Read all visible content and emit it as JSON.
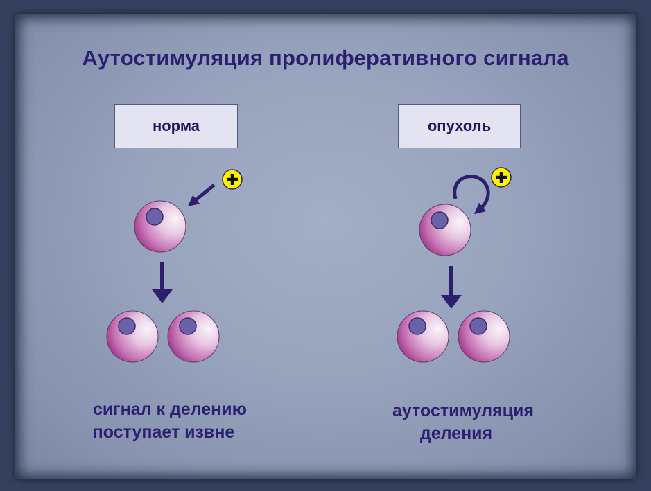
{
  "slide": {
    "title": "Аутостимуляция пролиферативного сигнала",
    "left_panel": {
      "label": "норма",
      "caption_line1": "сигнал к делению",
      "caption_line2": "поступает извне"
    },
    "right_panel": {
      "label": "опухоль",
      "caption_line1": "аутостимуляция",
      "caption_line2": "деления"
    }
  },
  "colors": {
    "title": "#2b1f72",
    "arrow": "#2d1f6e",
    "cell_edge": "#8c1f6e",
    "cell_light": "#f5eef6",
    "nucleus": "#6a62a8",
    "plus_badge": "#fff200"
  },
  "icons": [
    "plus-sign-icon",
    "cell-icon",
    "down-arrow-icon",
    "incoming-arrow-icon",
    "circular-arrow-icon"
  ]
}
